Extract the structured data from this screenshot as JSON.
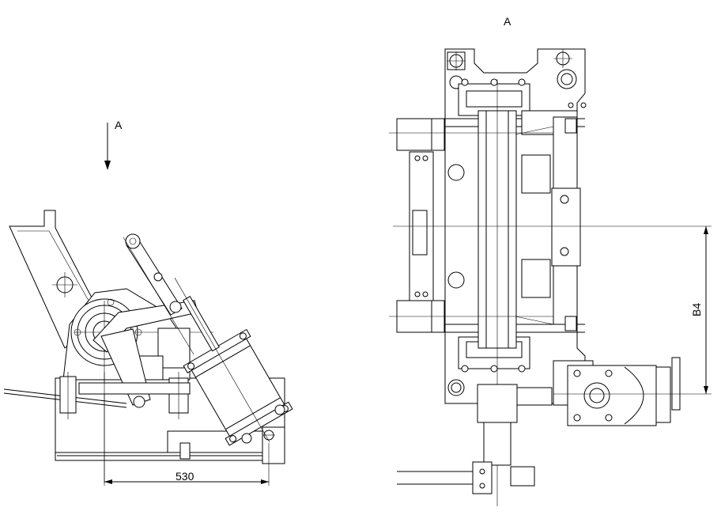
{
  "labels": {
    "top_view_label": "A",
    "side_arrow_label": "A",
    "dimension_width": "530",
    "dimension_height": "B4"
  }
}
